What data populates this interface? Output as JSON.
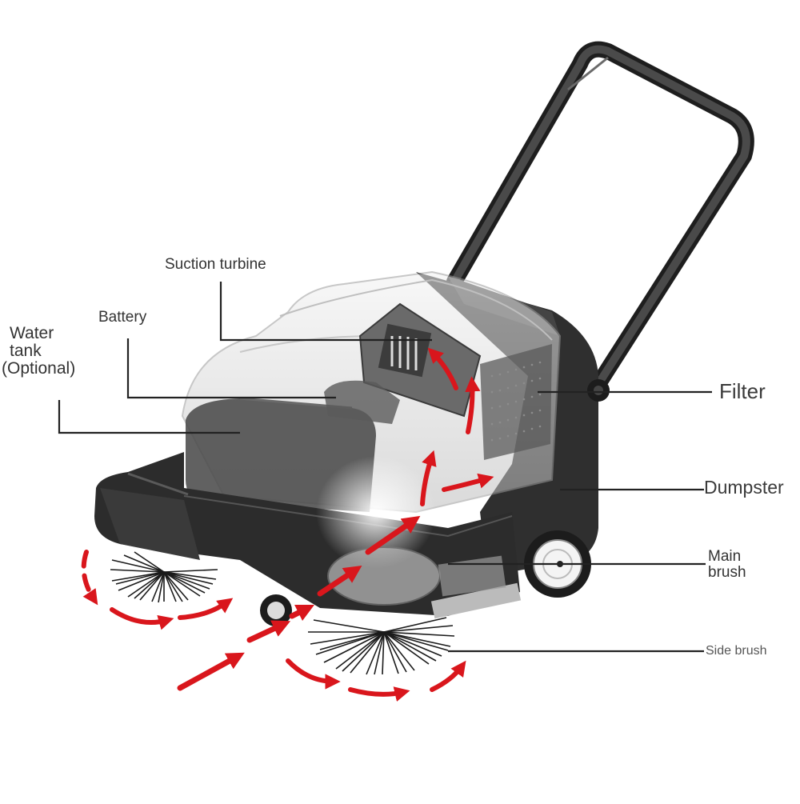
{
  "labels": {
    "suction_turbine": "Suction turbine",
    "battery": "Battery",
    "water_tank_line1": "Water",
    "water_tank_line2": "tank",
    "water_tank_line3": "(Optional)",
    "filter": "Filter",
    "dumpster": "Dumpster",
    "main_brush_line1": "Main",
    "main_brush_line2": "brush",
    "side_brush": "Side brush"
  },
  "colors": {
    "airflow_arrow": "#d9161c",
    "leader_line": "#222222",
    "body_dark": "#2b2b2b",
    "shell_light": "#e4e4e4",
    "brush_bristle": "#1a1a1a"
  },
  "icons": {
    "airflow": "red-curved-arrow",
    "wheel": "wheel-icon"
  }
}
